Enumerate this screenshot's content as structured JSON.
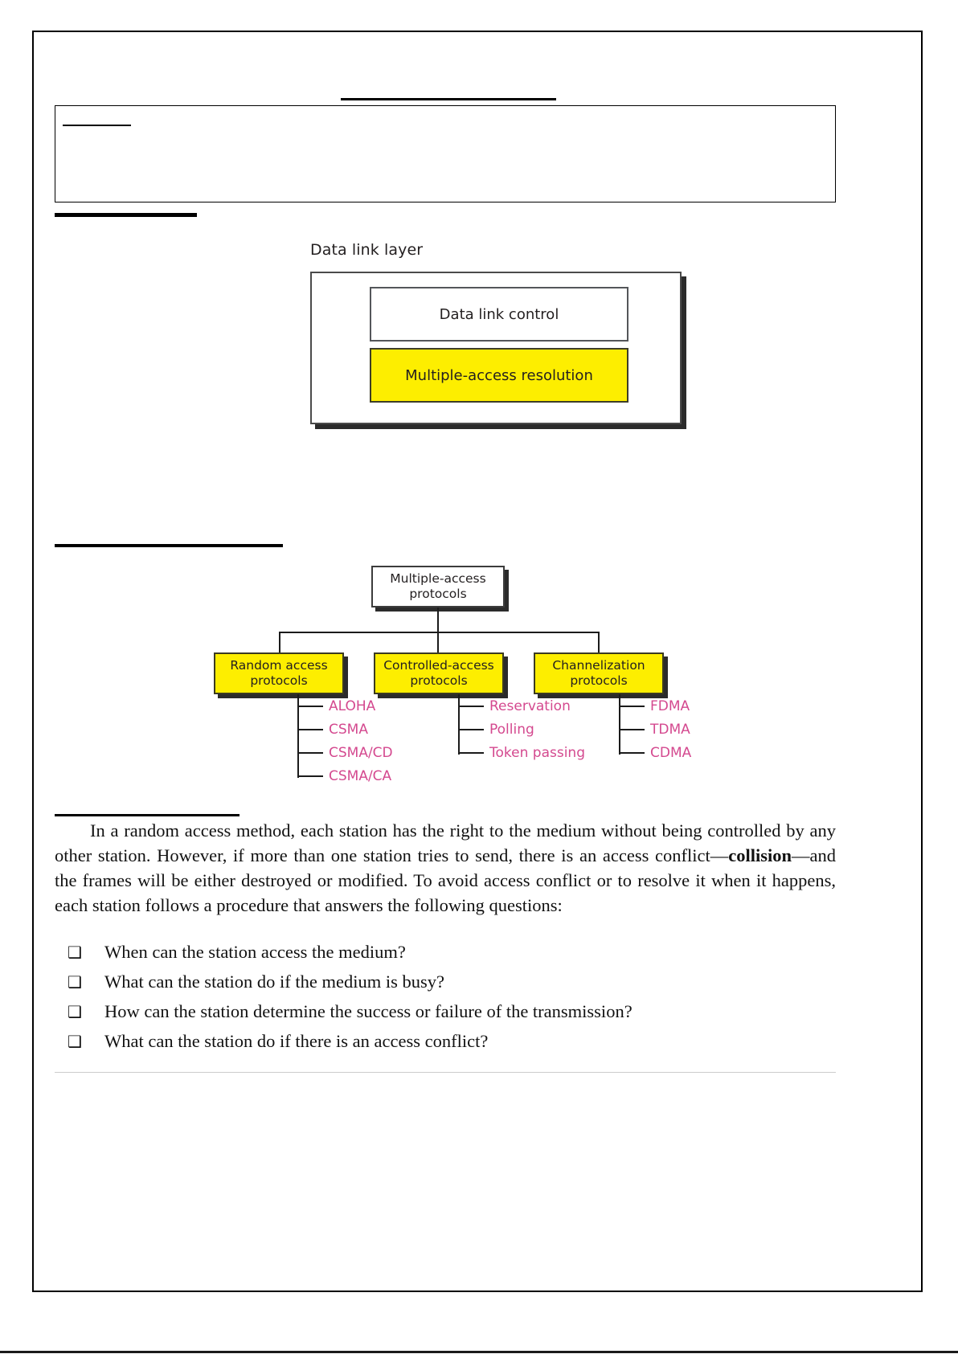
{
  "figure_data_link_layer": {
    "caption": "Data link layer",
    "boxes": [
      {
        "label": "Data link control",
        "fill": "#ffffff"
      },
      {
        "label": "Multiple-access resolution",
        "fill": "#fdee00"
      }
    ]
  },
  "figure_protocol_tree": {
    "root": {
      "line1": "Multiple-access",
      "line2": "protocols"
    },
    "children": [
      {
        "line1": "Random access",
        "line2": "protocols",
        "leaves": [
          "ALOHA",
          "CSMA",
          "CSMA/CD",
          "CSMA/CA"
        ]
      },
      {
        "line1": "Controlled-access",
        "line2": "protocols",
        "leaves": [
          "Reservation",
          "Polling",
          "Token passing"
        ]
      },
      {
        "line1": "Channelization",
        "line2": "protocols",
        "leaves": [
          "FDMA",
          "TDMA",
          "CDMA"
        ]
      }
    ],
    "node_fill": "#fdee00",
    "leaf_color": "#d4498f"
  },
  "body": {
    "paragraph_part1": "In a random access method, each station has the right to the medium without being controlled by any other station. However, if more than one station tries to send, there is an access conflict—",
    "paragraph_bold": "collision",
    "paragraph_part2": "—and the frames will be either destroyed or modified. To avoid access conflict or to resolve it when it happens, each station follows a procedure that answers the following questions:",
    "bullet_glyph": "❑",
    "bullets": [
      "When can the station access the medium?",
      "What can the station do if the medium is busy?",
      "How can the station determine the success or failure of the transmission?",
      "What can the station do if there is an access conflict?"
    ]
  }
}
